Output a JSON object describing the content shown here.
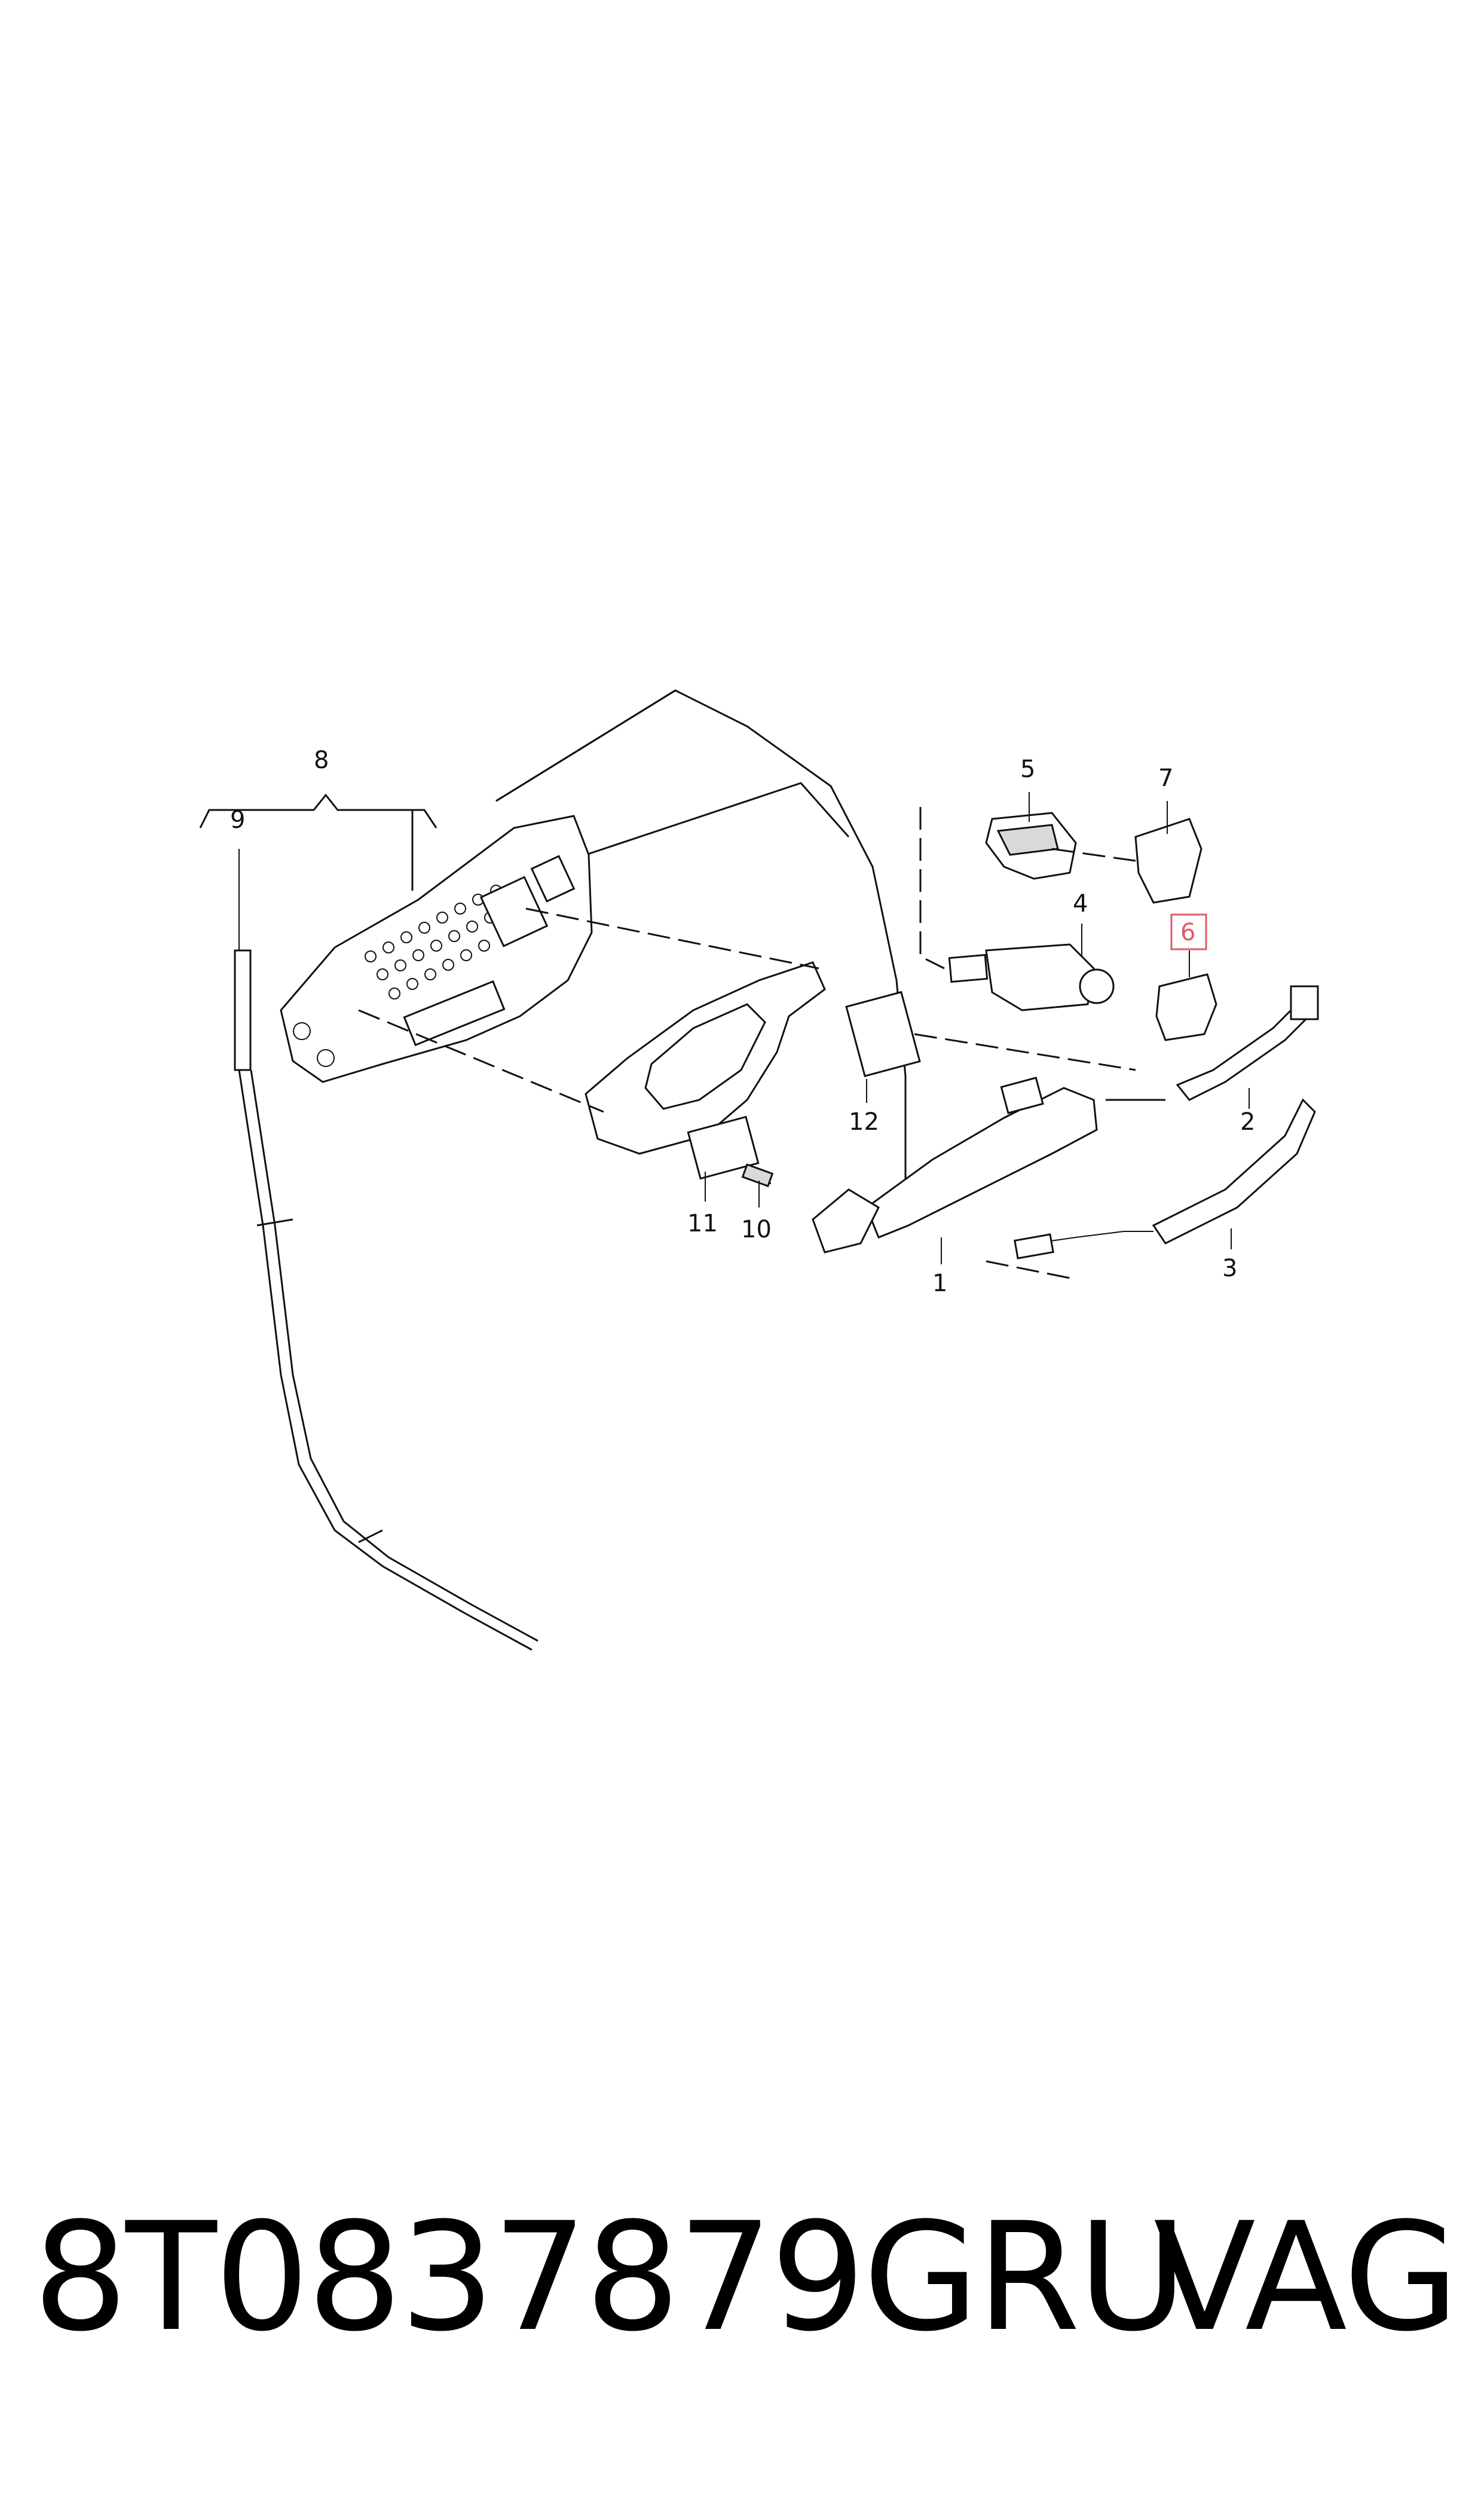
{
  "diagram": {
    "labels": {
      "p1": "1",
      "p2": "2",
      "p3": "3",
      "p4": "4",
      "p5": "5",
      "p6": "6",
      "p7": "7",
      "p8": "8",
      "p9": "9",
      "p10": "10",
      "p11": "11",
      "p12": "12"
    },
    "highlighted_label": "6",
    "highlight_color": "#e05a66"
  },
  "footer": {
    "part_number": "8T0837879GRU",
    "brand": "VAG"
  }
}
